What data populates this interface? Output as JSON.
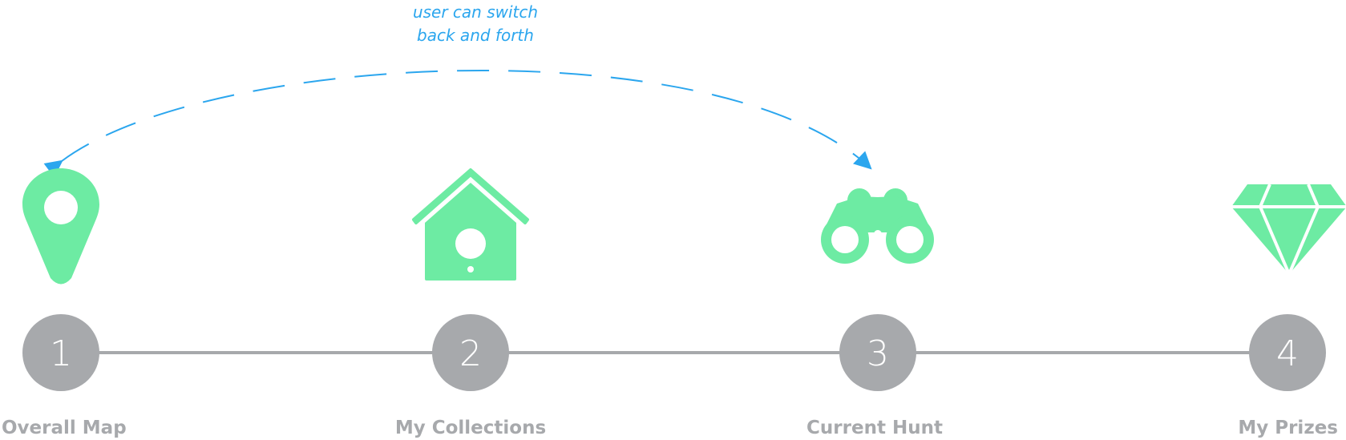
{
  "annotation": {
    "line1": "user can switch",
    "line2": "back and forth"
  },
  "colors": {
    "icon": "#6deba3",
    "node": "#a7a9ac",
    "connector": "#a7a9ac",
    "annotation": "#2ba6ee",
    "label": "#a7a9ac"
  },
  "steps": [
    {
      "number": "1",
      "label": "Overall Map",
      "icon": "map-pin-icon"
    },
    {
      "number": "2",
      "label": "My Collections",
      "icon": "birdhouse-icon"
    },
    {
      "number": "3",
      "label": "Current Hunt",
      "icon": "binoculars-icon"
    },
    {
      "number": "4",
      "label": "My Prizes",
      "icon": "diamond-icon"
    }
  ]
}
